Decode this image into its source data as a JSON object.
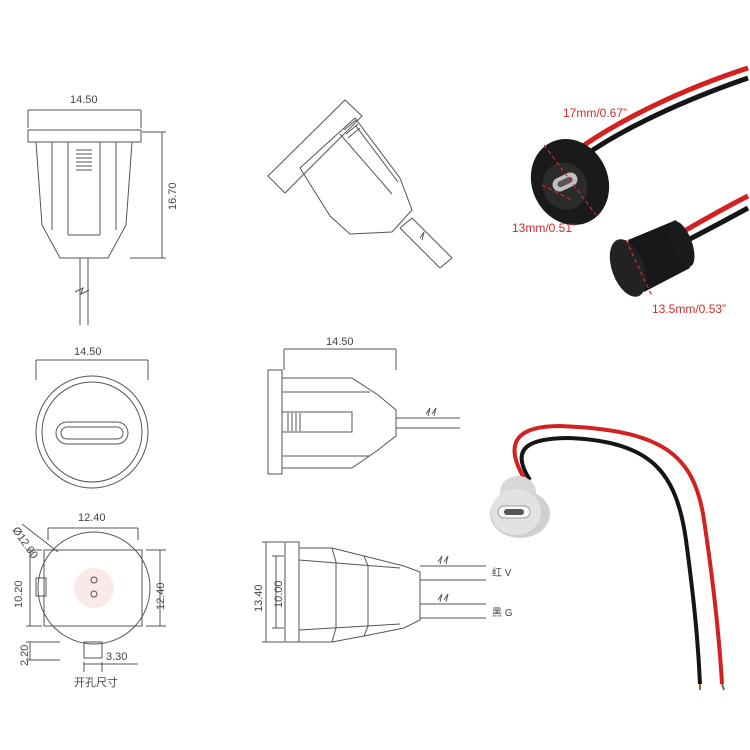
{
  "drawings": {
    "top_left": {
      "width": "14.50",
      "height": "16.70"
    },
    "front_circle": {
      "width": "14.50"
    },
    "side_view": {
      "width": "14.50"
    },
    "cutout": {
      "diameter": "Ø12.00",
      "width": "12.40",
      "height_left": "10.20",
      "height_right": "12.40",
      "tab_height": "2.20",
      "tab_width": "3.30",
      "caption": "开孔尺寸"
    },
    "bottom_side": {
      "outer_height": "13.40",
      "inner_height": "10.00",
      "red_wire": "红  V",
      "black_wire": "黑  G"
    }
  },
  "photos": {
    "black_connector": {
      "outer_dia": "17mm/0.67”",
      "inner_dia": "13mm/0.51”",
      "body_dia": "13.5mm/0.53”"
    }
  },
  "colors": {
    "red_wire": "#d32020",
    "black_wire": "#151515",
    "label_red": "#d22b2b",
    "line": "#555555"
  }
}
